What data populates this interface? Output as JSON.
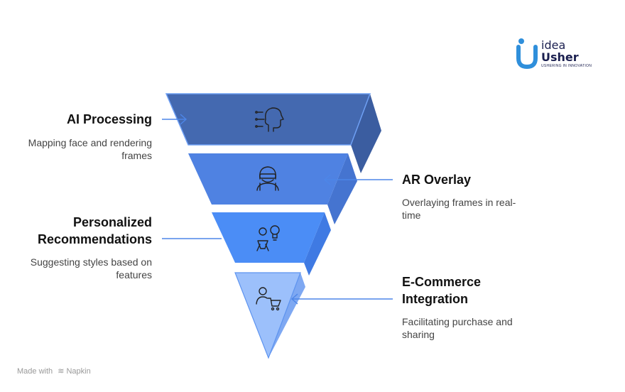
{
  "logo": {
    "line1": "idea",
    "line2": "Usher",
    "tagline": "USHERING IN INNOVATION",
    "colors": {
      "primary": "#1a1f4f",
      "accent": "#2f8fdb"
    }
  },
  "stages": [
    {
      "title": "AI Processing",
      "description_lines": [
        "Mapping face and rendering",
        "frames"
      ],
      "icon": "ai-head-icon",
      "color": "#4368b0"
    },
    {
      "title": "AR Overlay",
      "description_lines": [
        "Overlaying frames in real-",
        "time"
      ],
      "icon": "ar-person-icon",
      "color": "#4d7fe0"
    },
    {
      "title_lines": [
        "Personalized",
        "Recommendations"
      ],
      "description_lines": [
        "Suggesting styles based on",
        "features"
      ],
      "icon": "person-bulb-icon",
      "color": "#4a8cf5"
    },
    {
      "title_lines": [
        "E-Commerce",
        "Integration"
      ],
      "description_lines": [
        "Facilitating purchase and",
        "sharing"
      ],
      "icon": "person-cart-icon",
      "color": "#98bcfb"
    }
  ],
  "footer": {
    "prefix": "Made with",
    "brand": "Napkin"
  }
}
